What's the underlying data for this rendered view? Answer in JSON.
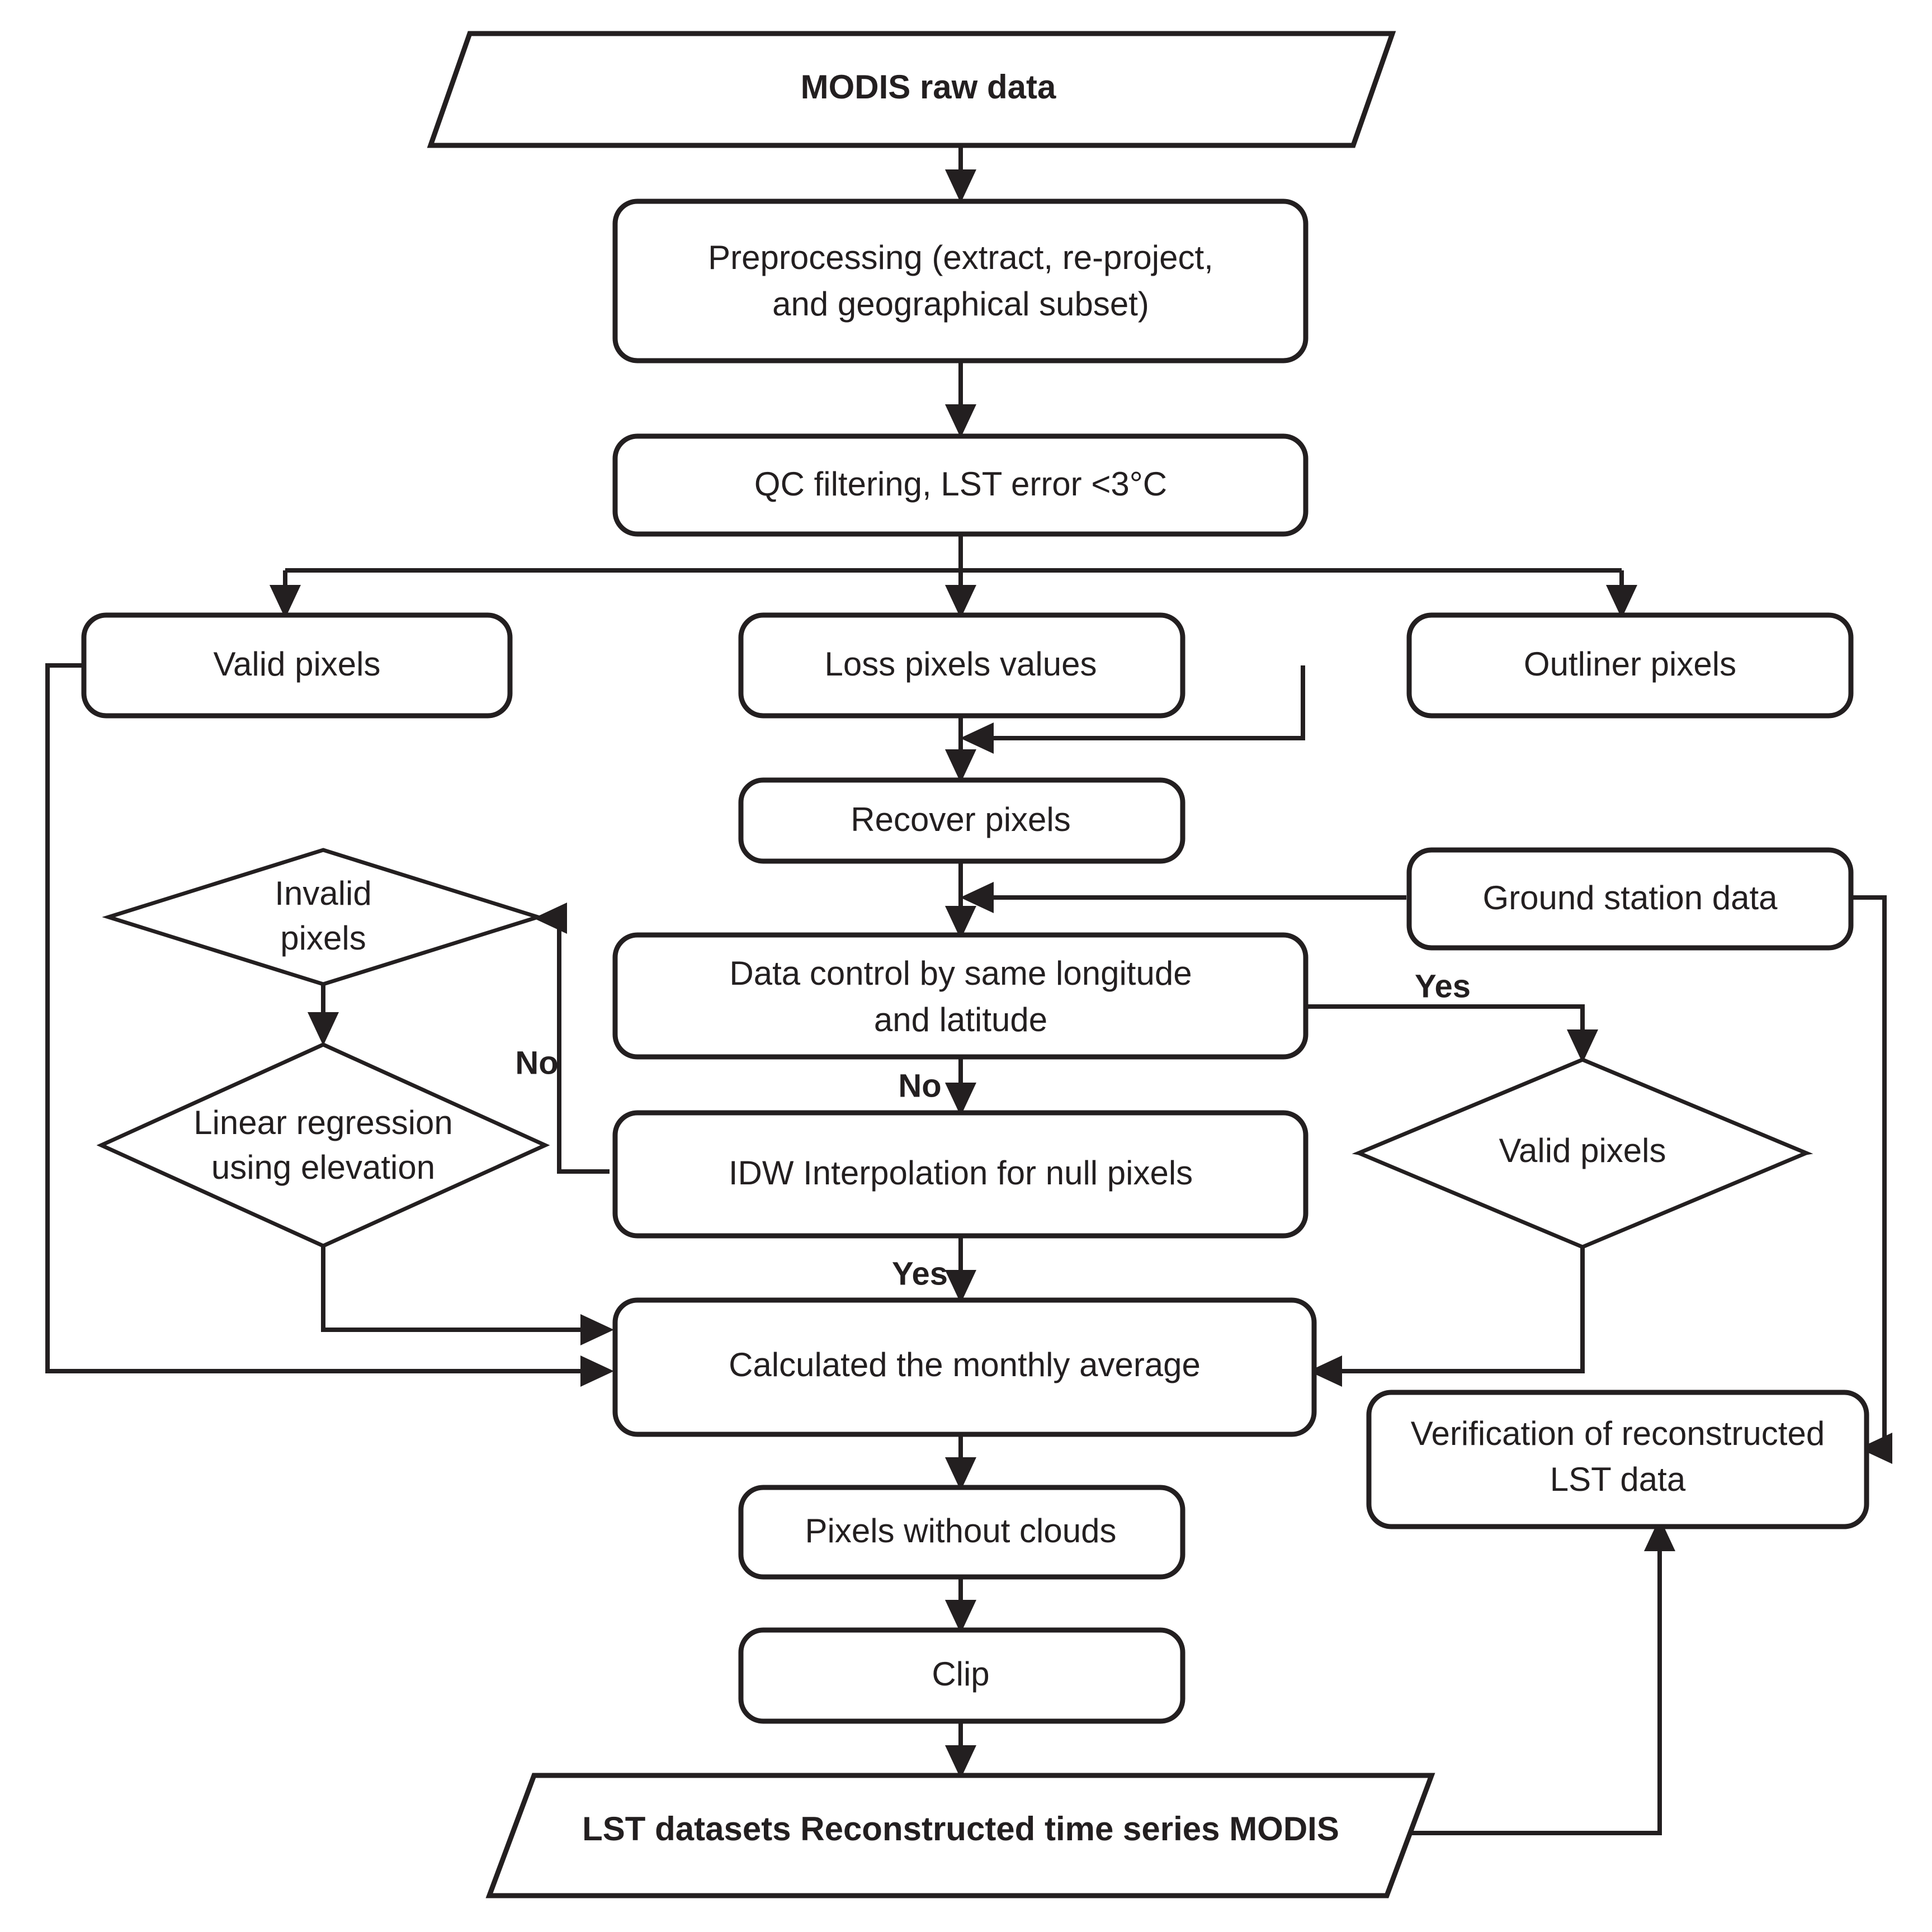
{
  "diagram": {
    "title": "MODIS LST reconstruction workflow flowchart",
    "colors": {
      "stroke": "#231f20",
      "fill": "#ffffff",
      "background": "#ffffff"
    },
    "nodes": {
      "modis_raw_data": {
        "label": "MODIS raw data",
        "shape": "parallelogram",
        "bold": true
      },
      "preprocessing": {
        "label_line1": "Preprocessing (extract, re-project,",
        "label_line2": "and geographical subset)",
        "shape": "rounded-rect"
      },
      "qc_filtering": {
        "label": "QC filtering, LST error <3°C",
        "shape": "rounded-rect"
      },
      "valid_pixels_box": {
        "label": "Valid pixels",
        "shape": "rounded-rect"
      },
      "loss_pixels_values": {
        "label": "Loss pixels values",
        "shape": "rounded-rect"
      },
      "outliner_pixels": {
        "label": "Outliner pixels",
        "shape": "rounded-rect"
      },
      "recover_pixels": {
        "label": "Recover pixels",
        "shape": "rounded-rect"
      },
      "invalid_pixels": {
        "label_line1": "Invalid",
        "label_line2": "pixels",
        "shape": "diamond"
      },
      "linear_regression": {
        "label_line1": "Linear regression",
        "label_line2": "using elevation",
        "shape": "diamond"
      },
      "ground_station_data": {
        "label": "Ground station data",
        "shape": "rounded-rect"
      },
      "data_control": {
        "label_line1": "Data control by same longitude",
        "label_line2": "and latitude",
        "shape": "rounded-rect"
      },
      "idw_interpolation": {
        "label": "IDW Interpolation for null pixels",
        "shape": "rounded-rect"
      },
      "valid_pixels_diamond": {
        "label": "Valid pixels",
        "shape": "diamond"
      },
      "monthly_average": {
        "label": "Calculated the monthly average",
        "shape": "rounded-rect"
      },
      "pixels_without_clouds": {
        "label": "Pixels without clouds",
        "shape": "rounded-rect"
      },
      "clip": {
        "label": "Clip",
        "shape": "rounded-rect"
      },
      "verification": {
        "label_line1": "Verification of reconstructed",
        "label_line2": "LST data",
        "shape": "rounded-rect"
      },
      "lst_datasets": {
        "label": "LST datasets Reconstructed time series MODIS",
        "shape": "parallelogram",
        "bold": true
      }
    },
    "edge_labels": {
      "no_data_control": "No",
      "no_idw_loop": "No",
      "yes_data_control": "Yes",
      "yes_idw": "Yes"
    },
    "edges": [
      {
        "from": "modis_raw_data",
        "to": "preprocessing"
      },
      {
        "from": "preprocessing",
        "to": "qc_filtering"
      },
      {
        "from": "qc_filtering",
        "to": "valid_pixels_box"
      },
      {
        "from": "qc_filtering",
        "to": "loss_pixels_values"
      },
      {
        "from": "qc_filtering",
        "to": "outliner_pixels"
      },
      {
        "from": "outliner_pixels",
        "to": "loss_pixels_values"
      },
      {
        "from": "loss_pixels_values",
        "to": "recover_pixels"
      },
      {
        "from": "recover_pixels",
        "to": "data_control"
      },
      {
        "from": "ground_station_data",
        "to": "data_control"
      },
      {
        "from": "data_control",
        "to": "idw_interpolation",
        "label": "No"
      },
      {
        "from": "data_control",
        "to": "valid_pixels_diamond",
        "label": "Yes"
      },
      {
        "from": "idw_interpolation",
        "to": "invalid_pixels",
        "label": "No"
      },
      {
        "from": "idw_interpolation",
        "to": "monthly_average",
        "label": "Yes"
      },
      {
        "from": "invalid_pixels",
        "to": "linear_regression"
      },
      {
        "from": "linear_regression",
        "to": "monthly_average"
      },
      {
        "from": "valid_pixels_box",
        "to": "monthly_average"
      },
      {
        "from": "valid_pixels_diamond",
        "to": "monthly_average"
      },
      {
        "from": "monthly_average",
        "to": "pixels_without_clouds"
      },
      {
        "from": "pixels_without_clouds",
        "to": "clip"
      },
      {
        "from": "clip",
        "to": "lst_datasets"
      },
      {
        "from": "lst_datasets",
        "to": "verification"
      },
      {
        "from": "ground_station_data",
        "to": "verification"
      }
    ]
  }
}
